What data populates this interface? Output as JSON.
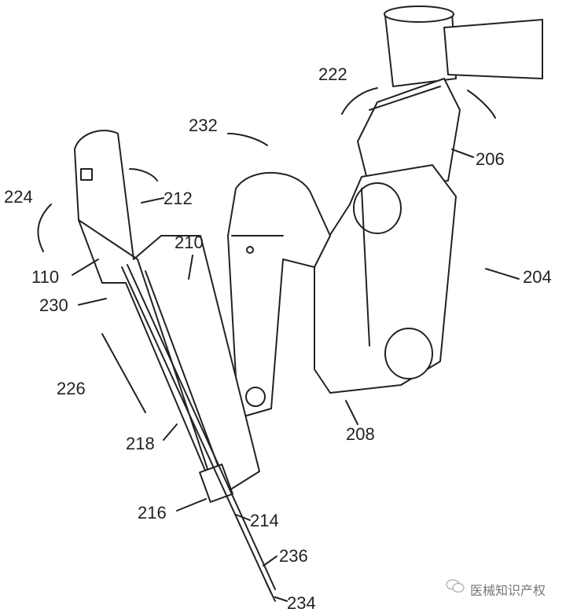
{
  "figure": {
    "labels": {
      "l222": "222",
      "l232": "232",
      "l206": "206",
      "l224": "224",
      "l212": "212",
      "l210": "210",
      "l110": "110",
      "l230": "230",
      "l204": "204",
      "l226": "226",
      "l218": "218",
      "l208": "208",
      "l216": "216",
      "l214": "214",
      "l236": "236",
      "l234": "234"
    }
  },
  "watermark": {
    "text": "医械知识产权",
    "icon": "wechat-icon"
  }
}
